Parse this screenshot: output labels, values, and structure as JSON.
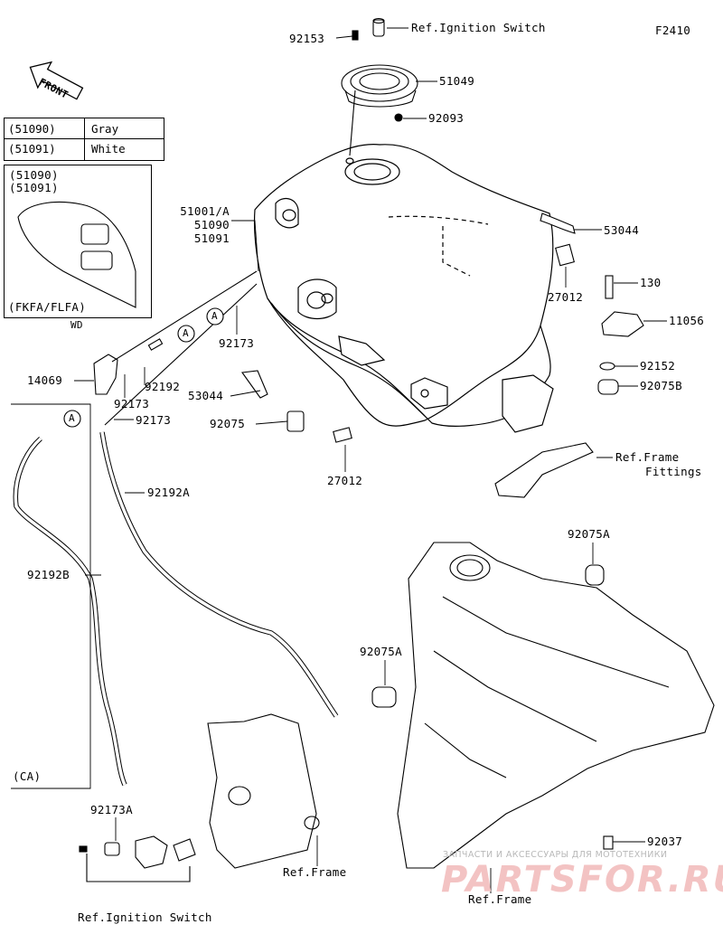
{
  "figure_code": "F2410",
  "front_label": "FRONT",
  "legend": {
    "rows": [
      {
        "code": "(51090)",
        "color": "Gray"
      },
      {
        "code": "(51091)",
        "color": "White"
      }
    ]
  },
  "inset": {
    "codes": [
      "(51090)",
      "(51091)"
    ],
    "models": "(FKFA/FLFA)",
    "caption": "WD"
  },
  "ca_label": "(CA)",
  "circle_marker": "A",
  "parts": {
    "p92153": "92153",
    "ref_ignition_top": "Ref.Ignition Switch",
    "p51049": "51049",
    "p92093": "92093",
    "p51001a": "51001/A",
    "p51090": "51090",
    "p51091": "51091",
    "p53044_right": "53044",
    "p27012_right": "27012",
    "p130": "130",
    "p11056": "11056",
    "p92152": "92152",
    "p92075b": "92075B",
    "p92173_a": "92173",
    "p14069": "14069",
    "p92192": "92192",
    "p92173_b": "92173",
    "p92173_c": "92173",
    "p53044_left": "53044",
    "p92075": "92075",
    "p27012_bottom": "27012",
    "ref_frame_fittings_1": "Ref.Frame",
    "ref_frame_fittings_2": "Fittings",
    "p92192a": "92192A",
    "p92192b": "92192B",
    "p92075a_top": "92075A",
    "p92075a_mid": "92075A",
    "p92173a": "92173A",
    "ref_frame_left": "Ref.Frame",
    "ref_frame_right": "Ref.Frame",
    "ref_ignition_bottom": "Ref.Ignition Switch",
    "p92037": "92037"
  },
  "watermark": {
    "subtitle": "ЗАПЧАСТИ И АКСЕССУАРЫ ДЛЯ МОТОТЕХНИКИ",
    "brand": "PARTSFOR.RU"
  }
}
